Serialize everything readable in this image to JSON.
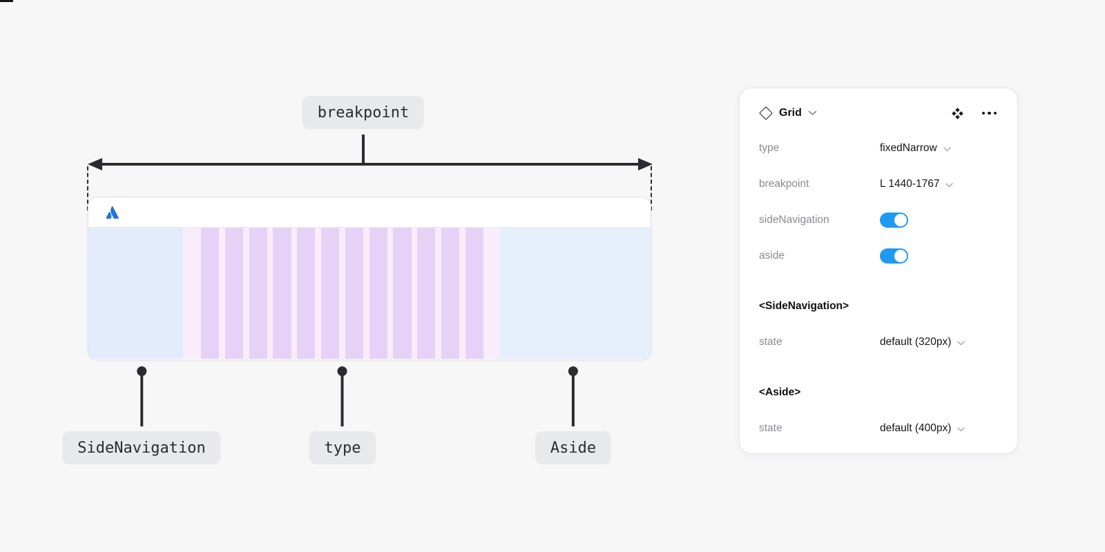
{
  "diagram": {
    "breakpoint_callout": "breakpoint",
    "grid_columns": 12,
    "callouts": [
      {
        "label": "SideNavigation"
      },
      {
        "label": "type"
      },
      {
        "label": "Aside"
      }
    ]
  },
  "panel": {
    "header": {
      "title": "Grid"
    },
    "properties": [
      {
        "label": "type",
        "value": "fixedNarrow"
      },
      {
        "label": "breakpoint",
        "value": "L 1440-1767"
      },
      {
        "label": "sideNavigation",
        "toggle": "on"
      },
      {
        "label": "aside",
        "toggle": "on"
      }
    ],
    "component_sections": [
      {
        "heading": "<SideNavigation>",
        "state_label": "state",
        "state_value": "default (320px)"
      },
      {
        "heading": "<Aside>",
        "state_label": "state",
        "state_value": "default (400px)"
      }
    ]
  },
  "colors": {
    "accent_toggle": "#1e9bf0",
    "side_nav_fill": "#e3ecfc",
    "aside_fill": "#e6effc",
    "grid_margin_fill": "#f9edfc",
    "grid_column_fill": "#e5d2f6",
    "diagram_line": "#2b2b30",
    "logo_blue": "#2270e0"
  }
}
